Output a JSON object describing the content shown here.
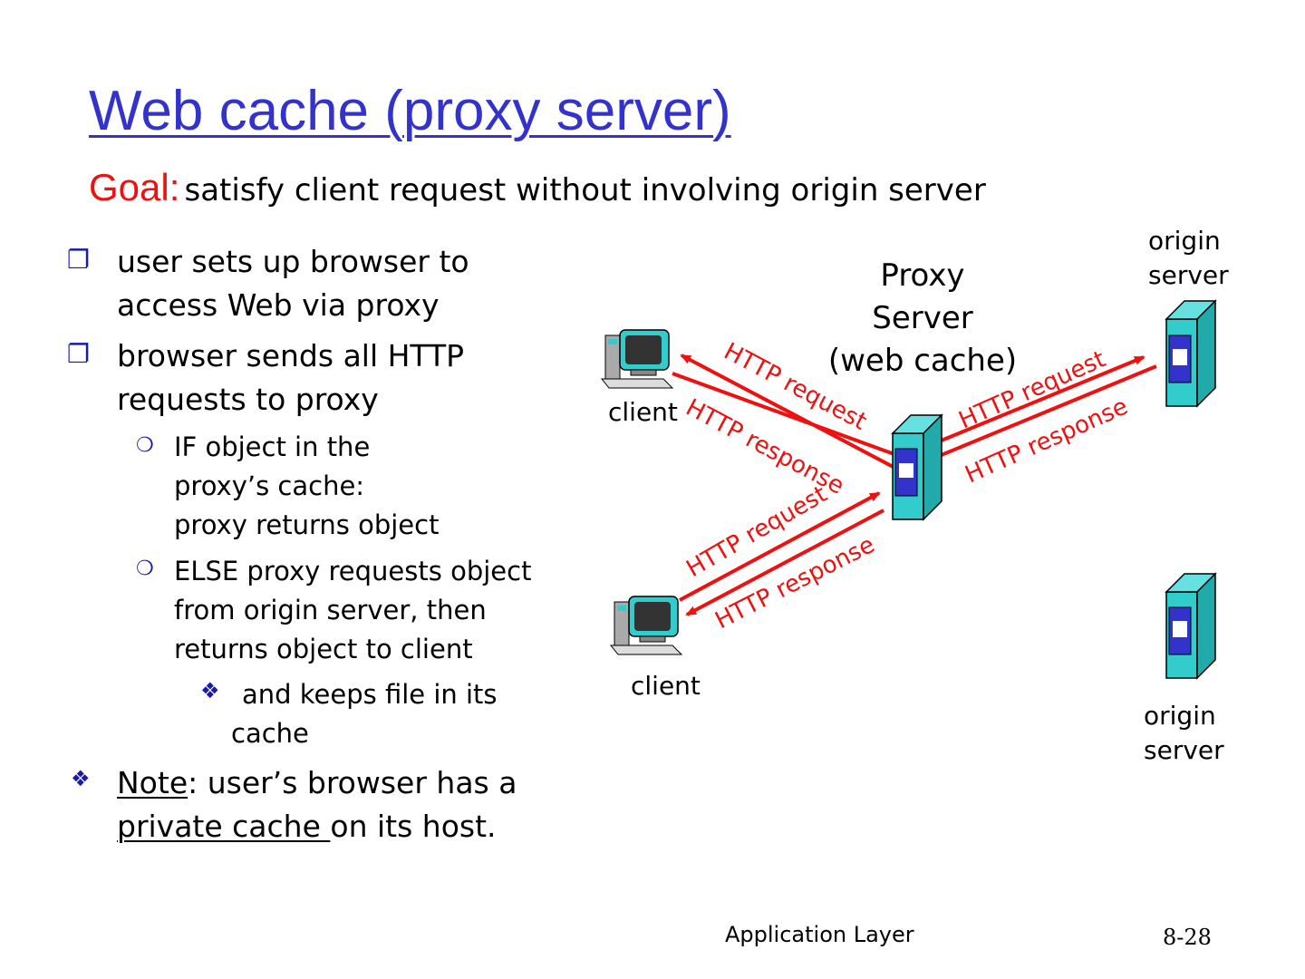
{
  "slide": {
    "title": "Web cache (proxy server)",
    "goal_label": "Goal:",
    "goal_text": "satisfy client request without involving origin server"
  },
  "bullets": {
    "b1_line1": "user sets up browser to",
    "b1_line2": "access Web via  proxy",
    "b2_line1": "browser sends all HTTP",
    "b2_line2": "requests to proxy",
    "s1_line1": "IF object in the",
    "s1_line2": "proxy’s cache:",
    "s1_line3": "proxy returns object",
    "s2_line1": "ELSE proxy requests object",
    "s2_line2": "from origin server, then",
    "s2_line3": "returns object to client",
    "s3_line1": "and keeps file in its",
    "s3_line2": "cache",
    "note_label": "Note",
    "note_rest1": ": user’s browser has a",
    "note_line2_u": "private cache ",
    "note_line2_rest": "on its host."
  },
  "diagram": {
    "proxy_label": [
      "Proxy",
      "Server",
      "(web cache)"
    ],
    "client_top": "client",
    "client_bottom": "client",
    "origin_top": [
      "origin",
      "server"
    ],
    "origin_bottom": [
      "origin",
      "server"
    ],
    "arrow_labels": {
      "req_top_left": "HTTP request",
      "resp_top_left": "HTTP response",
      "req_top_right": "HTTP request",
      "resp_top_right": "HTTP response",
      "req_bottom": "HTTP request",
      "resp_bottom": "HTTP response"
    },
    "colors": {
      "arrow": "#ee1111",
      "server_body": "#33cccc",
      "server_panel": "#3333cc"
    }
  },
  "footer": {
    "section": "Application Layer",
    "page": "8-28"
  }
}
